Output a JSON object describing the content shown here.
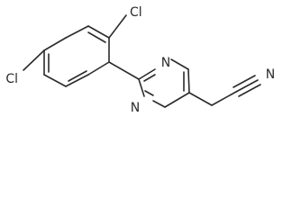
{
  "molecule": {
    "atoms": {
      "cl_top": "Cl",
      "cl_left": "Cl",
      "n_upper": "N",
      "n_lower": "N",
      "n_nitrile": "N"
    }
  }
}
